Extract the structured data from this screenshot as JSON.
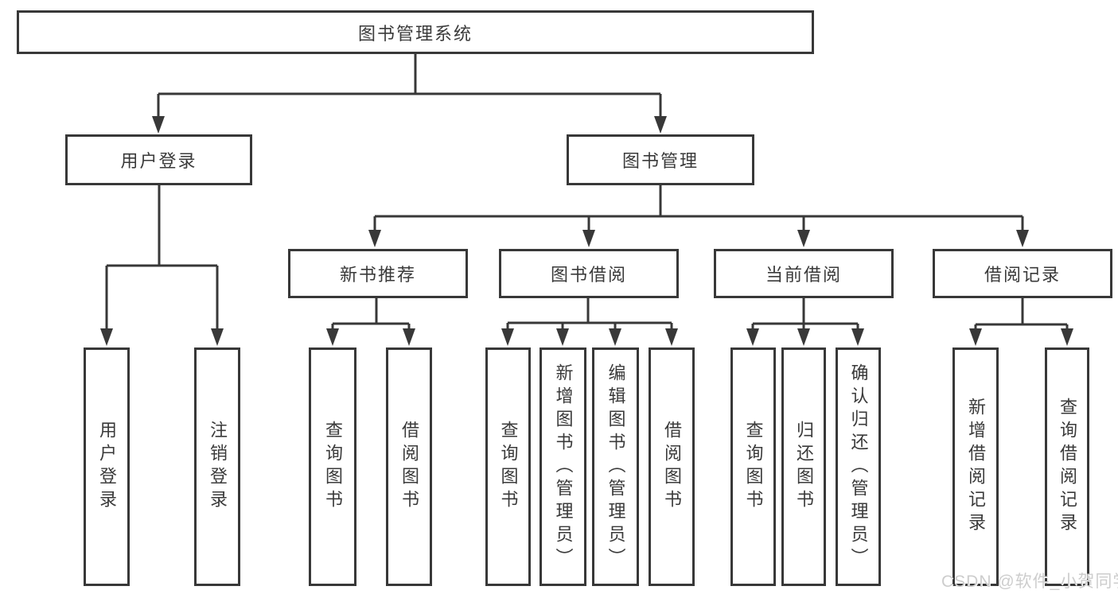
{
  "diagram": {
    "root": {
      "label": "图书管理系统"
    },
    "branches": [
      {
        "label": "用户登录",
        "children": [
          {
            "label": "用户登录"
          },
          {
            "label": "注销登录"
          }
        ]
      },
      {
        "label": "图书管理",
        "children": [
          {
            "label": "新书推荐",
            "children": [
              {
                "label": "查询图书"
              },
              {
                "label": "借阅图书"
              }
            ]
          },
          {
            "label": "图书借阅",
            "children": [
              {
                "label": "查询图书"
              },
              {
                "label": "新增图书（管理员）"
              },
              {
                "label": "编辑图书（管理员）"
              },
              {
                "label": "借阅图书"
              }
            ]
          },
          {
            "label": "当前借阅",
            "children": [
              {
                "label": "查询图书"
              },
              {
                "label": "归还图书"
              },
              {
                "label": "确认归还（管理员）"
              }
            ]
          },
          {
            "label": "借阅记录",
            "children": [
              {
                "label": "新增借阅记录"
              },
              {
                "label": "查询借阅记录"
              }
            ]
          }
        ]
      }
    ]
  },
  "watermark": {
    "text": "CSDN @软件_小贺同学"
  },
  "colors": {
    "line": "#383838",
    "box_border": "#383838",
    "text": "#3a3a3a",
    "background": "#ffffff",
    "watermark": "#cdcdcd"
  }
}
